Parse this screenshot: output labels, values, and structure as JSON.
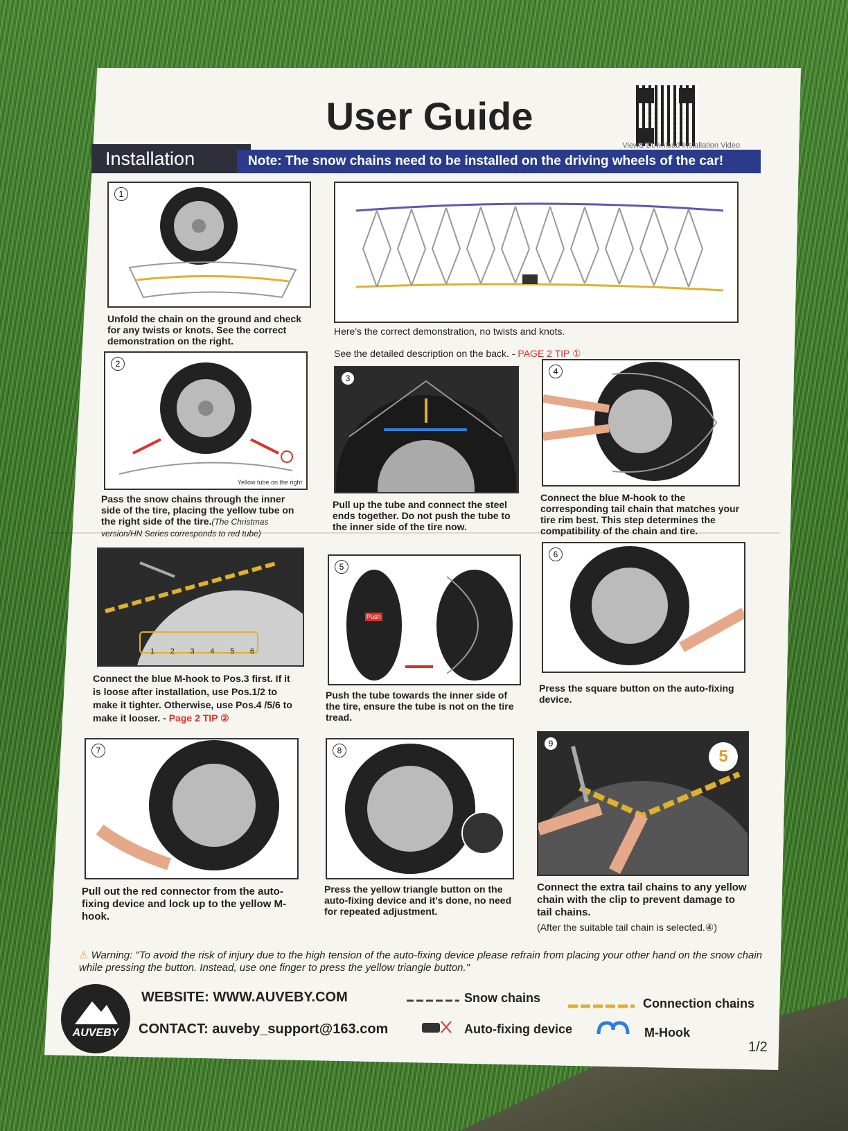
{
  "header": {
    "title": "User Guide",
    "qr_caption": "View& Download Installation Video",
    "section_tab": "Installation",
    "note": "Note: The snow chains need to be installed on the driving wheels of the car!"
  },
  "steps": {
    "s1": {
      "num": "1",
      "caption": "Unfold the chain on the ground and check for any twists or knots. See the correct demonstration on the right."
    },
    "s1b": {
      "caption1": "Here's the correct demonstration, no twists and knots.",
      "caption2_pre": "See the detailed description on the back. - ",
      "caption2_tip": "PAGE 2 TIP ①"
    },
    "s2": {
      "num": "2",
      "caption_main": "Pass the snow chains through the inner side of the tire, placing the yellow tube on the right side of the tire.",
      "caption_italic": "(The Christmas version/HN Series corresponds to red tube)",
      "label": "Yellow tube on the right"
    },
    "s3": {
      "num": "3",
      "caption": "Pull up the tube and connect the steel ends together. Do not push the tube to the inner side of the tire now."
    },
    "s4": {
      "num": "4",
      "caption": "Connect the blue M-hook to the corresponding tail chain that matches your tire rim best. This step determines the compatibility of the chain and tire."
    },
    "s4b": {
      "caption_pre": "Connect the blue M-hook to Pos.3 first. If it is loose after installation, use Pos.1/2 to make it tighter. Otherwise, use Pos.4 /5/6 to make it looser. - ",
      "caption_tip": "Page 2 TIP ②",
      "positions": [
        "1",
        "2",
        "3",
        "4",
        "5",
        "6"
      ]
    },
    "s5": {
      "num": "5",
      "caption": "Push the tube towards the inner side of the tire, ensure the tube is not on the tire tread.",
      "push_label": "Push"
    },
    "s6": {
      "num": "6",
      "caption": "Press the square button on the auto-fixing device."
    },
    "s7": {
      "num": "7",
      "caption": "Pull out the red connector from the auto-fixing device and lock up to the yellow M-hook."
    },
    "s8": {
      "num": "8",
      "caption": "Press the yellow triangle button on the auto-fixing device and it's done, no need for repeated adjustment."
    },
    "s9": {
      "num": "9",
      "caption": "Connect the extra tail chains to any yellow chain with the clip to prevent damage to tail chains.",
      "caption_note": "(After the suitable tail chain is selected.④)",
      "badge": "5"
    }
  },
  "warning": {
    "icon": "warning-triangle-icon",
    "text": "Warning: \"To avoid the risk of injury due to the high tension of the auto-fixing device please refrain from placing your other hand on the snow chain while pressing the button. Instead, use one finger to press the yellow triangle button.\""
  },
  "footer": {
    "logo": "AUVEBY",
    "website": "WEBSITE: WWW.AUVEBY.COM",
    "contact": "CONTACT: auveby_support@163.com",
    "legend": {
      "snow_chains": "Snow chains",
      "connection_chains": "Connection chains",
      "auto_fixing": "Auto-fixing device",
      "m_hook": "M-Hook"
    },
    "page": "1/2"
  },
  "colors": {
    "note_bar": "#2a3b8c",
    "tab": "#2d2f3a",
    "tip_red": "#d9322a",
    "chain_yellow": "#e0b030",
    "hook_blue": "#2d7fd8"
  }
}
